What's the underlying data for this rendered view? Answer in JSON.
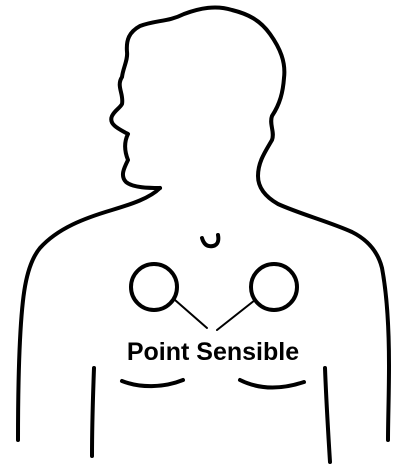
{
  "diagram": {
    "label": "Point Sensible",
    "colors": {
      "line": "#000000",
      "background": "#ffffff"
    },
    "points": [
      {
        "name": "left-sensitive-point"
      },
      {
        "name": "right-sensitive-point"
      }
    ]
  }
}
